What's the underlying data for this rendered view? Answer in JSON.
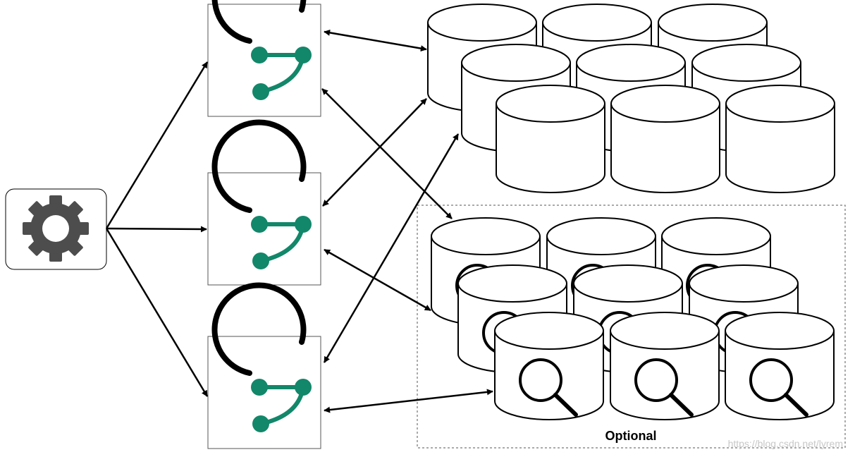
{
  "optional_group": {
    "label": "Optional"
  },
  "watermark": {
    "text": "https://blog.csdn.net/lyrem"
  },
  "scheduler": {
    "icon": "gear-icon"
  },
  "nodes": [
    {
      "icon": "g-logo-icon"
    },
    {
      "icon": "g-logo-icon"
    },
    {
      "icon": "g-logo-icon"
    }
  ],
  "storage_cluster": {
    "count": 9,
    "icon": "database-cylinder-icon"
  },
  "index_cluster": {
    "count": 9,
    "icon": "search-index-cylinder-icon"
  },
  "colors": {
    "logo_green": "#12876a",
    "logo_black": "#000000",
    "gear": "#4d4d4d",
    "stroke": "#000000",
    "box_border": "#555555",
    "dashed_border": "#555555"
  }
}
